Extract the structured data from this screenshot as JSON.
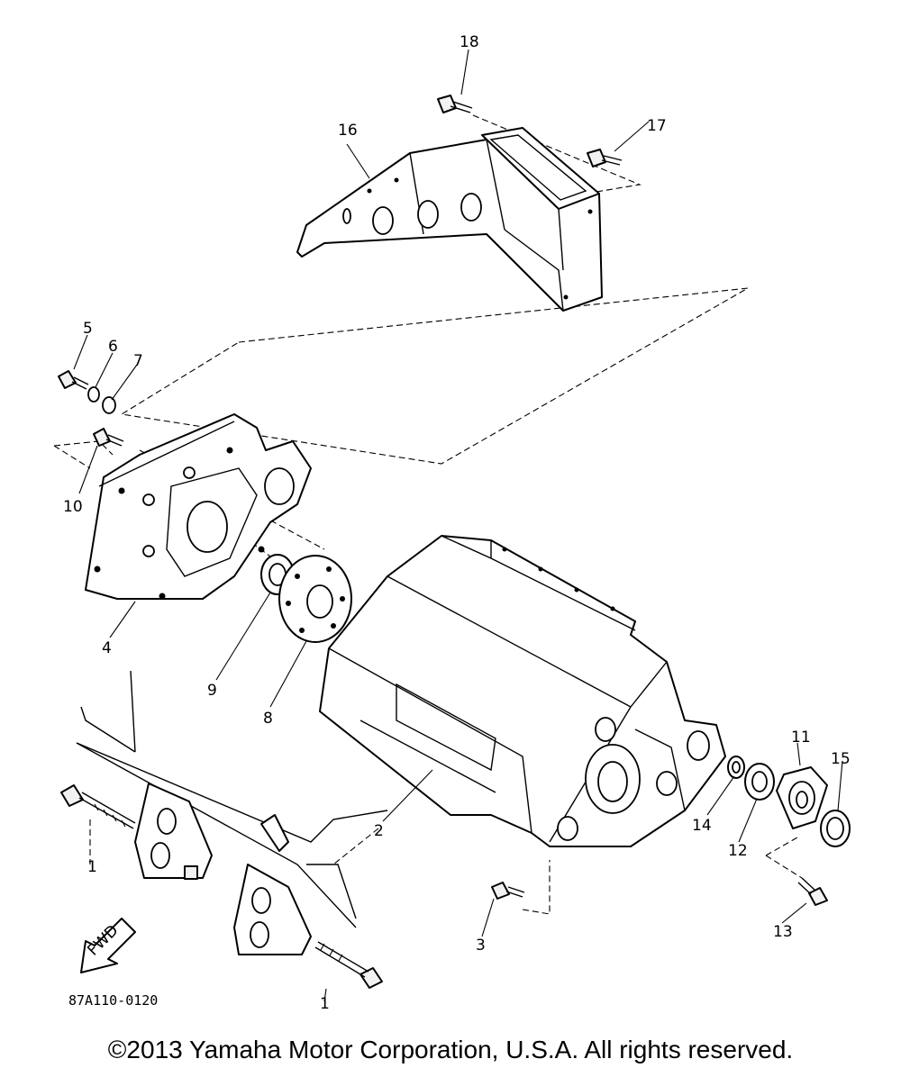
{
  "callouts": [
    "18",
    "17",
    "16",
    "5",
    "6",
    "7",
    "10",
    "4",
    "9",
    "8",
    "2",
    "11",
    "15",
    "14",
    "12",
    "13",
    "3",
    "1",
    "1"
  ],
  "fwd_arrow_text": "FWD",
  "part_code": "87A110-0120",
  "copyright": "©2013 Yamaha Motor Corporation, U.S.A. All rights reserved."
}
